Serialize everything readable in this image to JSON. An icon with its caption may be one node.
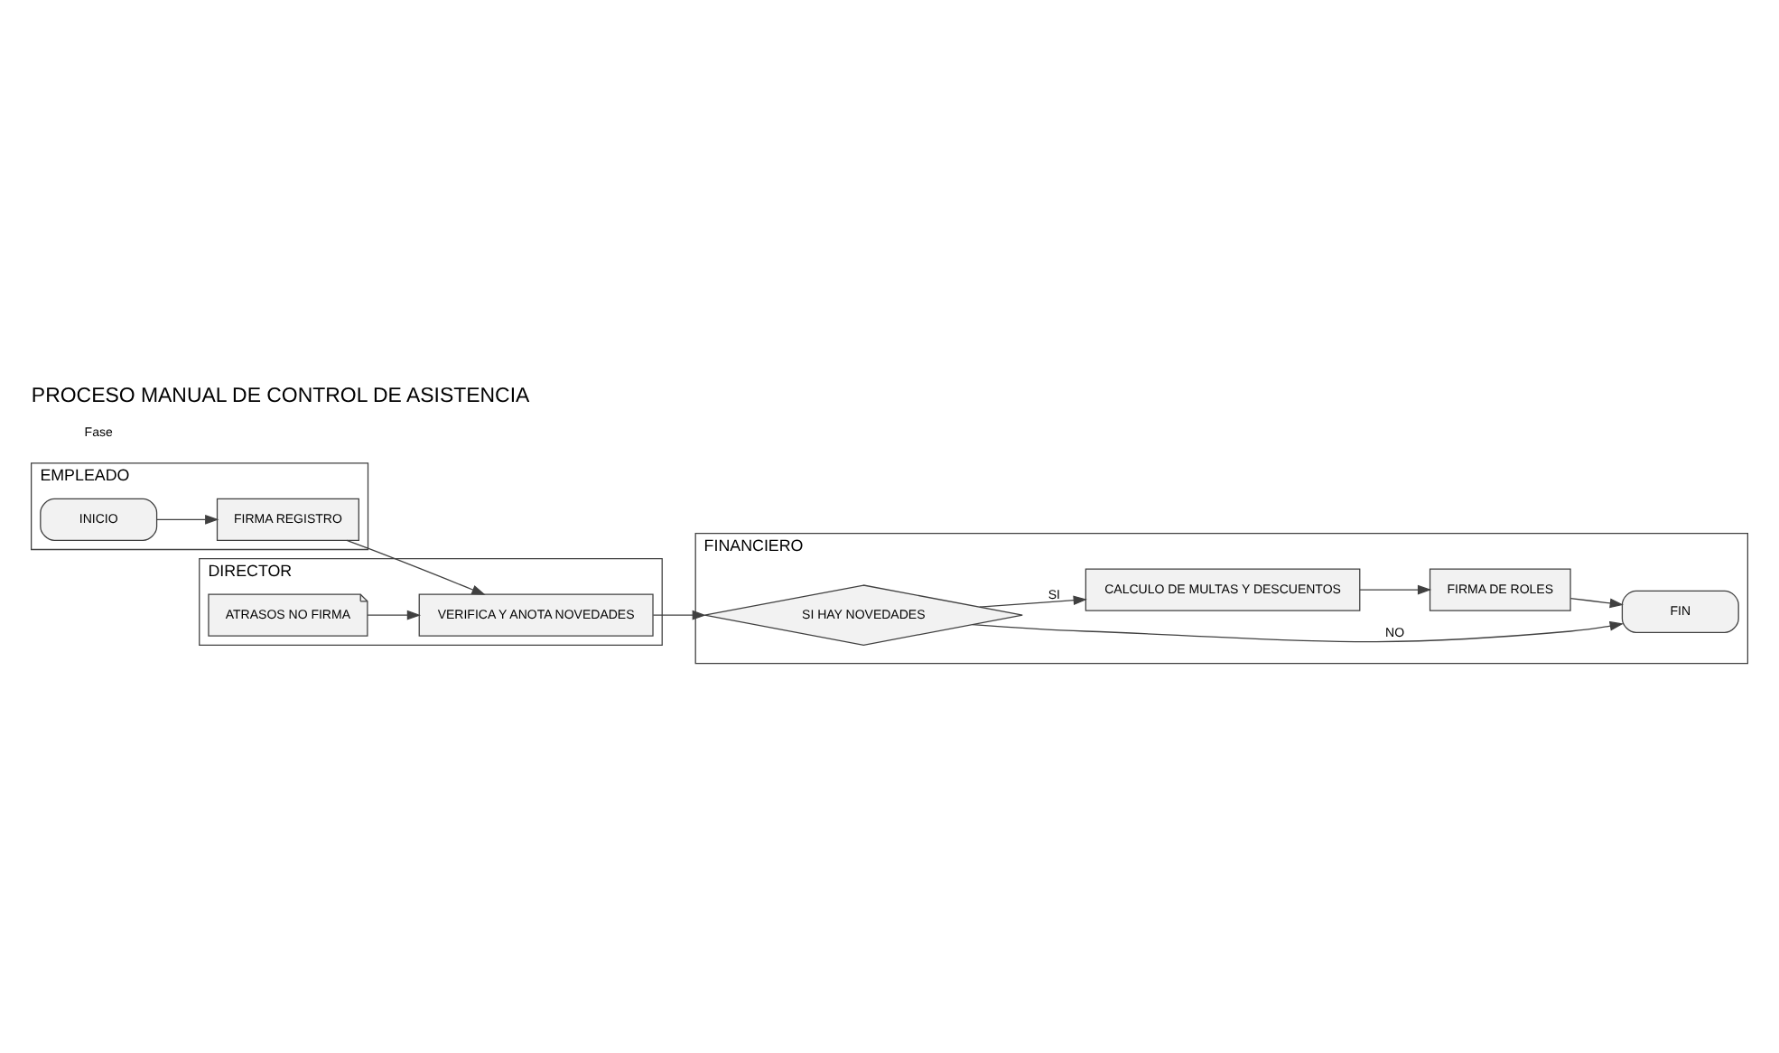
{
  "diagram": {
    "title": "PROCESO MANUAL DE CONTROL DE ASISTENCIA",
    "nodes": [
      {
        "text": [
          "EMPLEADO"
        ]
      },
      {
        "text": [
          "INICIO"
        ],
        "in": 0
      },
      {
        "text": [
          "FIRMA REGISTRO"
        ],
        "in": 0
      },
      {
        "text": [
          "DIRECTOR"
        ]
      },
      {
        "text": [
          "VERIFICA Y ANOTA NOVEDADES"
        ],
        "in": 3
      },
      {
        "text": [
          "ATRASOS NO FIRMA"
        ],
        "in": 3
      },
      {
        "text": [
          "FINANCIERO"
        ]
      },
      {
        "text": [
          "FIN"
        ],
        "in": 6
      },
      {
        "text": [
          "SI HAY NOVEDADES"
        ],
        "in": 6
      },
      {
        "text": [
          "CALCULO DE MULTAS Y DESCUENTOS"
        ],
        "in": 6
      },
      {
        "text": [
          "FIRMA DE ROLES"
        ],
        "in": 6
      }
    ],
    "edges": [
      {
        "from": 1,
        "to": 2,
        "arrow": "to"
      },
      {
        "from": 2,
        "to": 4,
        "arrow": "to"
      },
      {
        "from": 5,
        "to": 4,
        "arrow": "to"
      },
      {
        "from": 4,
        "to": 8,
        "arrow": "to"
      },
      {
        "from": 8,
        "to": 7,
        "arrow": "to",
        "label": "NO"
      },
      {
        "from": 8,
        "to": 9,
        "arrow": "to",
        "label": "SI"
      },
      {
        "from": 9,
        "to": 10,
        "arrow": "to"
      },
      {
        "from": 10,
        "to": 7,
        "arrow": "to"
      }
    ],
    "labels": [
      "Fase"
    ]
  }
}
